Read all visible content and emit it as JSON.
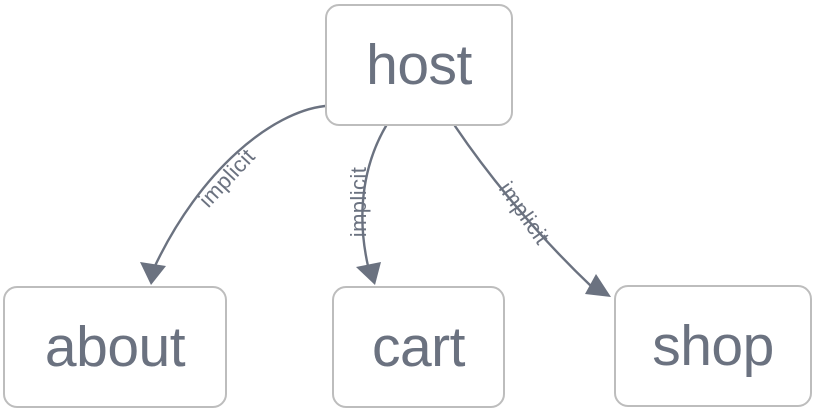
{
  "diagram": {
    "type": "directed-graph",
    "background_color": "#ffffff",
    "node_border_color": "#bdbdbd",
    "node_fill_color": "#ffffff",
    "text_color": "#6b7280",
    "edge_color": "#6b7280",
    "nodes": [
      {
        "id": "host",
        "label": "host"
      },
      {
        "id": "about",
        "label": "about"
      },
      {
        "id": "cart",
        "label": "cart"
      },
      {
        "id": "shop",
        "label": "shop"
      }
    ],
    "edges": [
      {
        "from": "host",
        "to": "about",
        "label": "implicit"
      },
      {
        "from": "host",
        "to": "cart",
        "label": "implicit"
      },
      {
        "from": "host",
        "to": "shop",
        "label": "implicit"
      }
    ]
  }
}
